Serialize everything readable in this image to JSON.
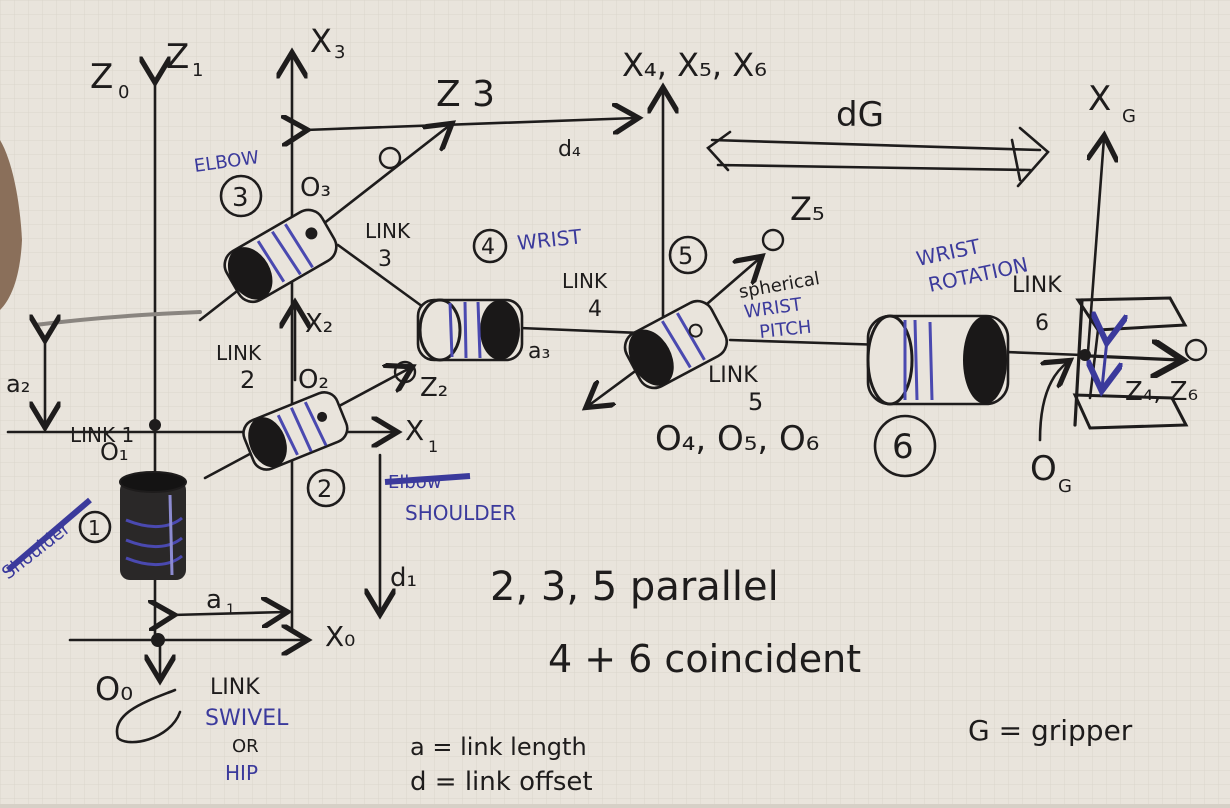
{
  "frames": {
    "z0": "Z",
    "z0_sub": "0",
    "z1": "Z",
    "z1_sub": "1",
    "x3": "X",
    "x3_sub": "3",
    "z3": "Z 3",
    "x456": "X₄, X₅, X₆",
    "xg": "X",
    "xg_sub": "G",
    "z5": "Z₅",
    "x2": "X₂",
    "z2": "Z₂",
    "x1": "X",
    "x1_sub": "1",
    "x0": "X₀",
    "z4z6": "Z₄, Z₆"
  },
  "origins": {
    "o0": "O₀",
    "o1": "O₁",
    "o2": "O₂",
    "o3": "O₃",
    "o456": "O₄, O₅, O₆",
    "og": "O",
    "og_sub": "G"
  },
  "dims": {
    "a1": "a",
    "a1_sub": "1",
    "a2": "a₂",
    "a3": "a₃",
    "d1": "d₁",
    "d4": "d₄",
    "dg": "dG"
  },
  "joints": {
    "j1": "1",
    "j2": "2",
    "j3": "3",
    "j4": "4",
    "j5": "5",
    "j6": "6"
  },
  "labels": {
    "elbow": "ELBOW",
    "wrist": "WRIST",
    "spherical_wrist_pitch_a": "spherical",
    "spherical_wrist_pitch_b": "WRIST",
    "spherical_wrist_pitch_c": "PITCH",
    "wrist_rotation_a": "WRIST",
    "wrist_rotation_b": "ROTATION",
    "shoulder": "SHOULDER",
    "elbow_struck": "Elbow",
    "shoulder_struck": "Shoulder",
    "swivel": "SWIVEL",
    "or": "OR",
    "hip": "HIP",
    "link0": "LINK",
    "link1": "LINK 1",
    "link2_a": "LINK",
    "link2_b": "2",
    "link3_a": "LINK",
    "link3_b": "3",
    "link4_a": "LINK",
    "link4_b": "4",
    "link5_a": "LINK",
    "link5_b": "5",
    "link6_a": "LINK",
    "link6_b": "6"
  },
  "notes": {
    "parallel": "2, 3, 5   parallel",
    "coincident": "4 + 6   coincident",
    "a_def": "a = link length",
    "d_def": "d = link offset",
    "g_def": "G = gripper"
  },
  "colors": {
    "paper": "#e9e4dc",
    "ink": "#1e1c1c",
    "blue_ink": "#3b3a9c"
  }
}
